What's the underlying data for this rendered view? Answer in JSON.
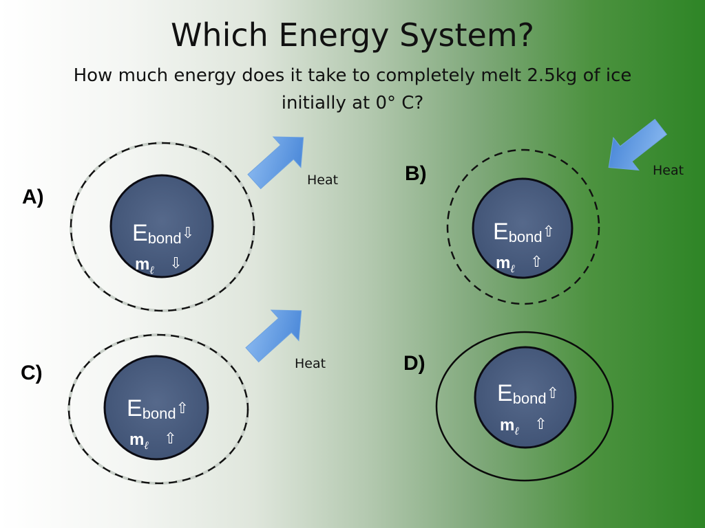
{
  "title": "Which Energy System?",
  "question": "How much energy does it take to completely melt 2.5kg of ice initially at 0° C?",
  "heat_label": "Heat",
  "quantities": {
    "e_main": "E",
    "e_sub": "bond",
    "m_main": "m",
    "m_sub": "ℓ"
  },
  "arrows": {
    "up": "⇧",
    "down": "⇩"
  },
  "options": [
    {
      "label": "A)",
      "boundary": "dashed",
      "heat_direction": "out",
      "e_bond_change": "down",
      "m_l_change": "down"
    },
    {
      "label": "B)",
      "boundary": "dashed",
      "heat_direction": "in",
      "e_bond_change": "up",
      "m_l_change": "up"
    },
    {
      "label": "C)",
      "boundary": "dashed",
      "heat_direction": "out",
      "e_bond_change": "up",
      "m_l_change": "up"
    },
    {
      "label": "D)",
      "boundary": "solid",
      "heat_direction": "none",
      "e_bond_change": "up",
      "m_l_change": "up"
    }
  ],
  "colors": {
    "core_fill": "#4a5f82",
    "core_stroke": "#0b0b12",
    "arrow_fill": "#5b95dc",
    "boundary": "#111111"
  }
}
